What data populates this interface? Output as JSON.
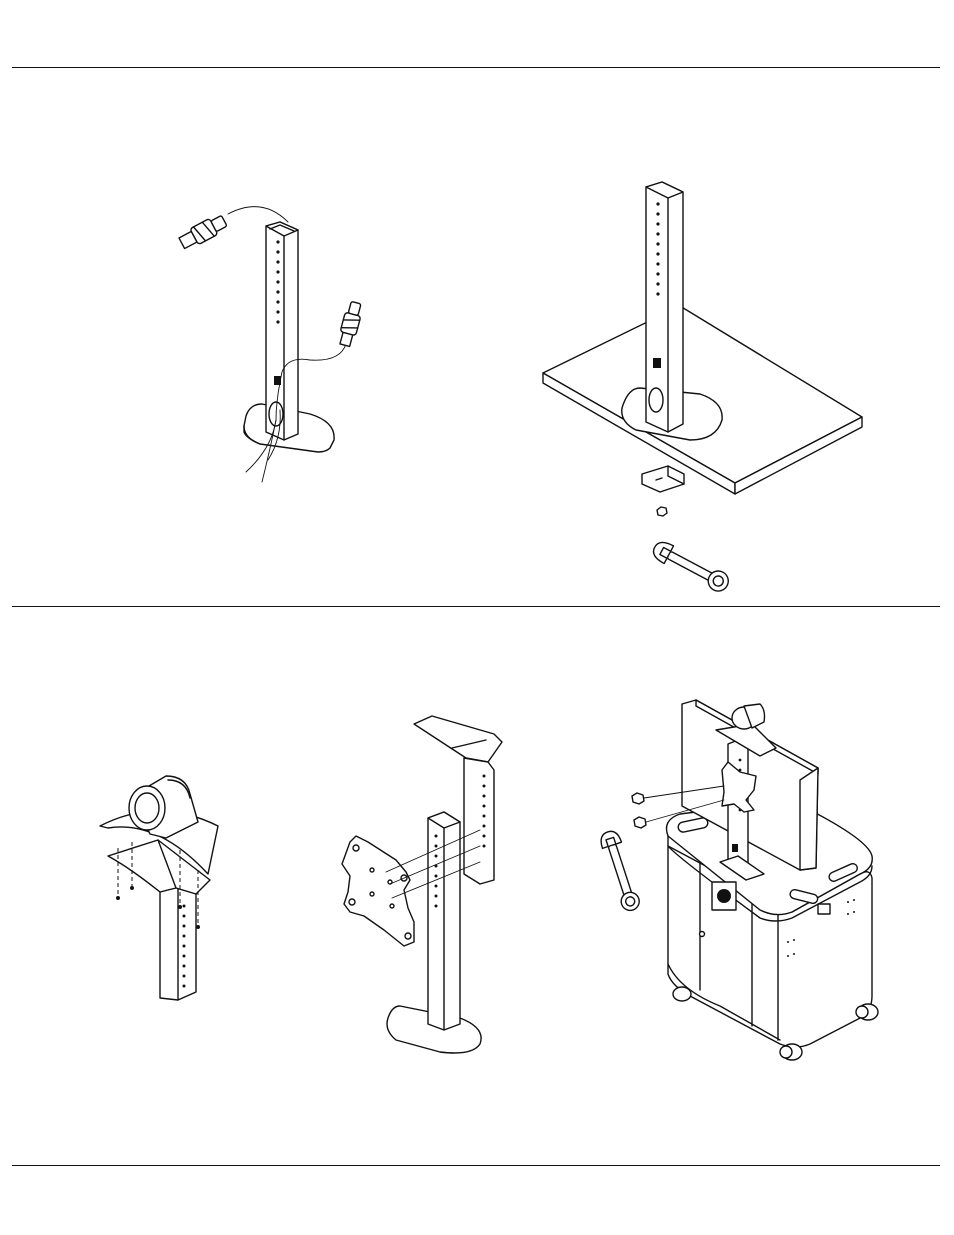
{
  "page": {
    "background": "#ffffff",
    "line_color": "#111111"
  },
  "illustrations": [
    {
      "id": "panel-1",
      "subject": "column-with-cables-icon"
    },
    {
      "id": "panel-2",
      "subject": "column-on-shelf-with-bracket-nut-wrench-icon"
    },
    {
      "id": "panel-3",
      "subject": "camera-shelf-mount-icon"
    },
    {
      "id": "panel-4",
      "subject": "vesa-plate-and-column-icon"
    },
    {
      "id": "panel-5",
      "subject": "cart-with-monitor-and-camera-icon"
    }
  ]
}
